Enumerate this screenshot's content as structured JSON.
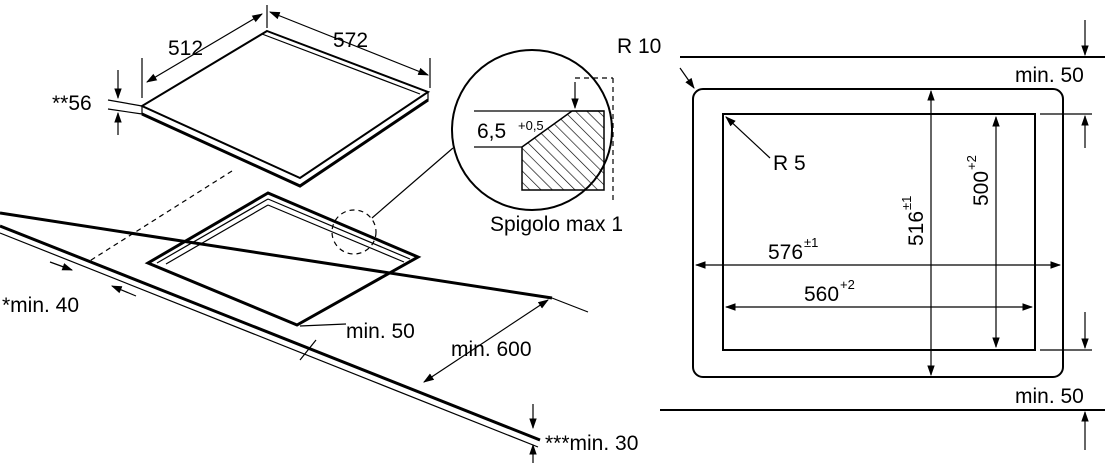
{
  "hob": {
    "depth": "512",
    "width": "572",
    "height": "**56"
  },
  "cutout_perspective": {
    "front_min": "*min. 40",
    "side_min": "min. 50",
    "counter_depth_min": "min. 600",
    "under_min": "***min. 30"
  },
  "detail": {
    "value": "6,5",
    "tolerance": "+0,5",
    "caption": "Spigolo max 1"
  },
  "plan": {
    "outer_radius": "R 10",
    "inner_radius": "R 5",
    "top_clearance": "min. 50",
    "bottom_clearance": "min. 50",
    "outer_width": {
      "value": "576",
      "tol": "±1"
    },
    "inner_width": {
      "value": "560",
      "tol": "+2"
    },
    "outer_height": {
      "value": "516",
      "tol": "±1"
    },
    "inner_height": {
      "value": "500",
      "tol": "+2"
    }
  }
}
